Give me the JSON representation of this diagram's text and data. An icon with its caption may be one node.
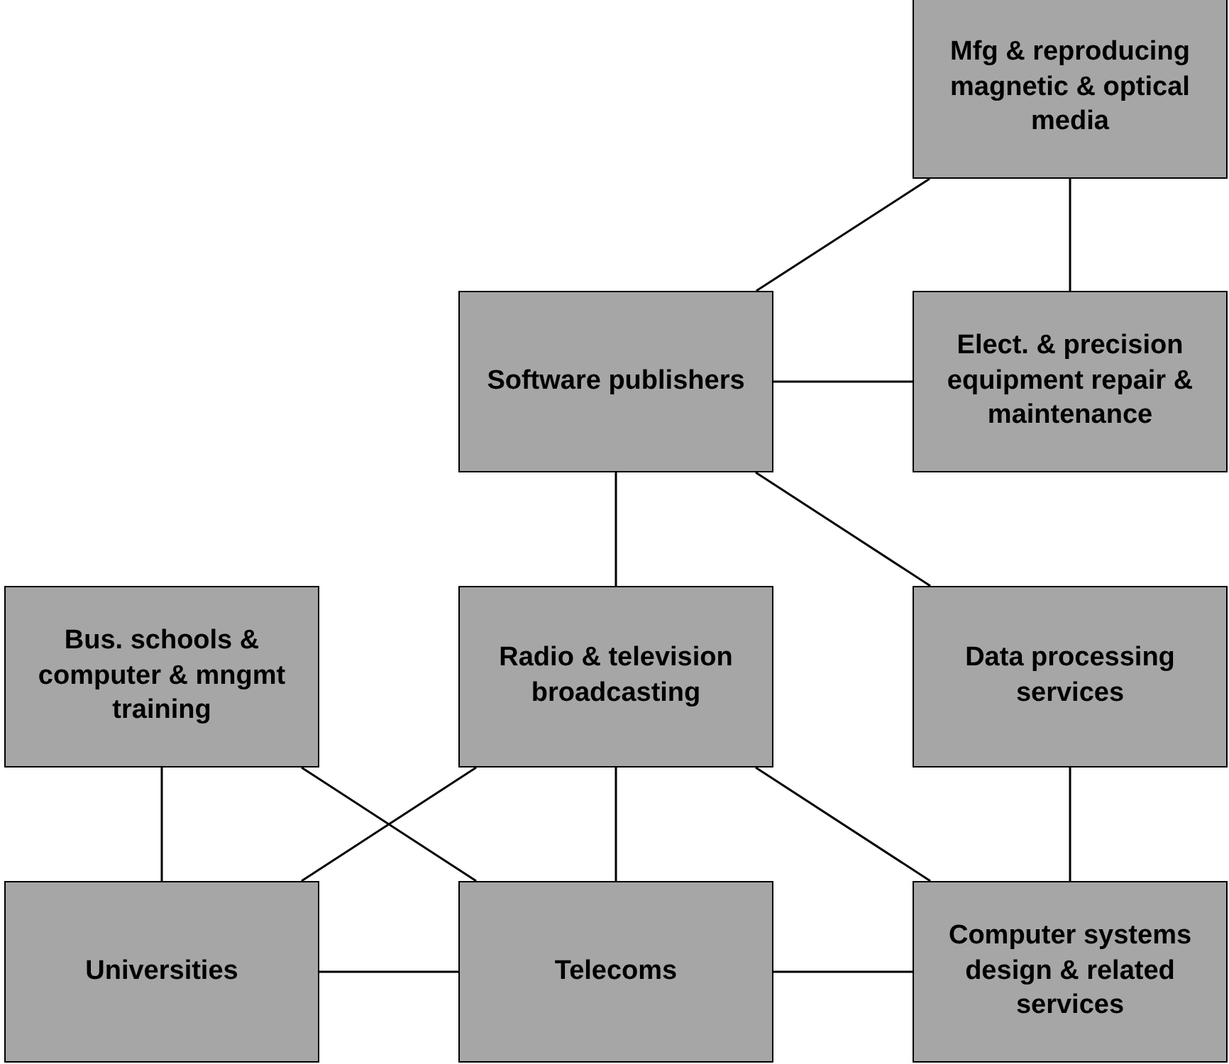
{
  "diagram": {
    "nodes": [
      {
        "text": [
          "Mfg & reproducing magnetic & optical media"
        ]
      },
      {
        "text": [
          "Software publishers"
        ]
      },
      {
        "text": [
          "Elect. & precision equipment repair & maintenance"
        ]
      },
      {
        "text": [
          "Bus. schools & computer & mngmt training"
        ]
      },
      {
        "text": [
          "Radio & television broadcasting"
        ]
      },
      {
        "text": [
          "Data processing services"
        ]
      },
      {
        "text": [
          "Universities"
        ]
      },
      {
        "text": [
          "Telecoms"
        ]
      },
      {
        "text": [
          "Computer systems design & related services"
        ]
      }
    ],
    "edges": [
      {
        "from": 1,
        "to": 0,
        "arrow": "none"
      },
      {
        "from": 0,
        "to": 2,
        "arrow": "none"
      },
      {
        "from": 1,
        "to": 2,
        "arrow": "none"
      },
      {
        "from": 1,
        "to": 4,
        "arrow": "none"
      },
      {
        "from": 1,
        "to": 5,
        "arrow": "none"
      },
      {
        "from": 3,
        "to": 6,
        "arrow": "none"
      },
      {
        "from": 3,
        "to": 7,
        "arrow": "none"
      },
      {
        "from": 4,
        "to": 6,
        "arrow": "none"
      },
      {
        "from": 4,
        "to": 7,
        "arrow": "none"
      },
      {
        "from": 4,
        "to": 8,
        "arrow": "none"
      },
      {
        "from": 5,
        "to": 8,
        "arrow": "none"
      },
      {
        "from": 6,
        "to": 7,
        "arrow": "none"
      },
      {
        "from": 7,
        "to": 8,
        "arrow": "none"
      }
    ]
  }
}
